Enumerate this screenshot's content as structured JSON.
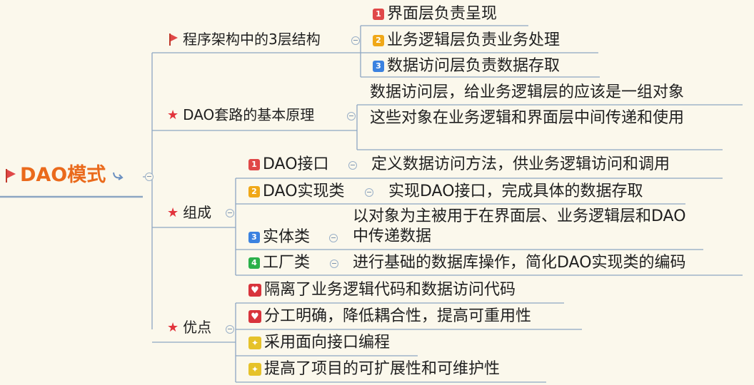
{
  "root": {
    "label": "DAO模式",
    "flag_icon": "red-flag-icon",
    "link_icon": "link-arrow-icon",
    "color": "#ea6a1c"
  },
  "branches": {
    "three_layers": {
      "label": "程序架构中的3层结构",
      "icon": "red-flag-icon",
      "items": [
        "界面层负责呈现",
        "业务逻辑层负责业务处理",
        "数据访问层负责数据存取"
      ]
    },
    "principle": {
      "label": "DAO套路的基本原理",
      "icon": "star-icon",
      "items": [
        "数据访问层，给业务逻辑层的应该是一组对象",
        "这些对象在业务逻辑和界面层中间传递和使用"
      ]
    },
    "components": {
      "label": "组成",
      "icon": "star-icon",
      "items": [
        {
          "name": "DAO接口",
          "desc": "定义数据访问方法，供业务逻辑访问和调用"
        },
        {
          "name": "DAO实现类",
          "desc": "实现DAO接口，完成具体的数据存取"
        },
        {
          "name": "实体类",
          "desc": "以对象为主被用于在界面层、业务逻辑层和DAO中传递数据"
        },
        {
          "name": "工厂类",
          "desc": "进行基础的数据库操作，简化DAO实现类的编码"
        }
      ]
    },
    "advantages": {
      "label": "优点",
      "icon": "star-icon",
      "items": [
        {
          "text": "隔离了业务逻辑代码和数据访问代码",
          "icon": "heart-icon"
        },
        {
          "text": "分工明确，降低耦合性，提高可重用性",
          "icon": "heart-icon"
        },
        {
          "text": "采用面向接口编程",
          "icon": "medal-icon"
        },
        {
          "text": "提高了项目的可扩展性和可维护性",
          "icon": "medal-icon"
        }
      ]
    }
  },
  "colors": {
    "line": "#8da6c3",
    "background": "#fbf8ec",
    "star": "#e2343c"
  }
}
